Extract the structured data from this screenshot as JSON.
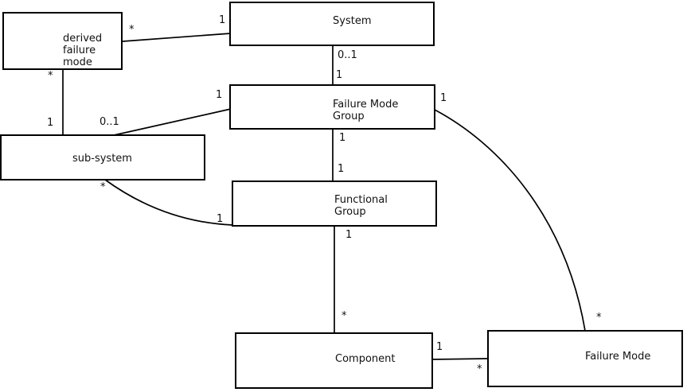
{
  "nodes": [
    {
      "id": "derived-failure-mode",
      "label": "derived\nfailure\nmode"
    },
    {
      "id": "system",
      "label": "System"
    },
    {
      "id": "failure-mode-group",
      "label": "Failure Mode\nGroup"
    },
    {
      "id": "sub-system",
      "label": "sub-system"
    },
    {
      "id": "functional-group",
      "label": "Functional\nGroup"
    },
    {
      "id": "component",
      "label": "Component"
    },
    {
      "id": "failure-mode",
      "label": "Failure Mode"
    }
  ],
  "edges": [
    {
      "source": "derived failure mode",
      "target": "System",
      "source_mult": "*",
      "target_mult": "1"
    },
    {
      "source": "derived failure mode",
      "target": "sub-system",
      "source_mult": "*",
      "target_mult": "1"
    },
    {
      "source": "System",
      "target": "Failure Mode Group",
      "source_mult": "0..1",
      "target_mult": "1"
    },
    {
      "source": "sub-system",
      "target": "Failure Mode Group",
      "source_mult": "0..1",
      "target_mult": "1"
    },
    {
      "source": "Failure Mode Group",
      "target": "Functional Group",
      "source_mult": "1",
      "target_mult": "1"
    },
    {
      "source": "sub-system",
      "target": "Functional Group",
      "source_mult": "*",
      "target_mult": "1"
    },
    {
      "source": "Functional Group",
      "target": "Component",
      "source_mult": "1",
      "target_mult": "*"
    },
    {
      "source": "Component",
      "target": "Failure Mode",
      "source_mult": "1",
      "target_mult": "*"
    },
    {
      "source": "Failure Mode Group",
      "target": "Failure Mode",
      "source_mult": "1",
      "target_mult": "*"
    }
  ],
  "colors": {
    "line": "#000000",
    "box_fill": "#ffffff",
    "text": "#111111",
    "background": "#ffffff"
  }
}
